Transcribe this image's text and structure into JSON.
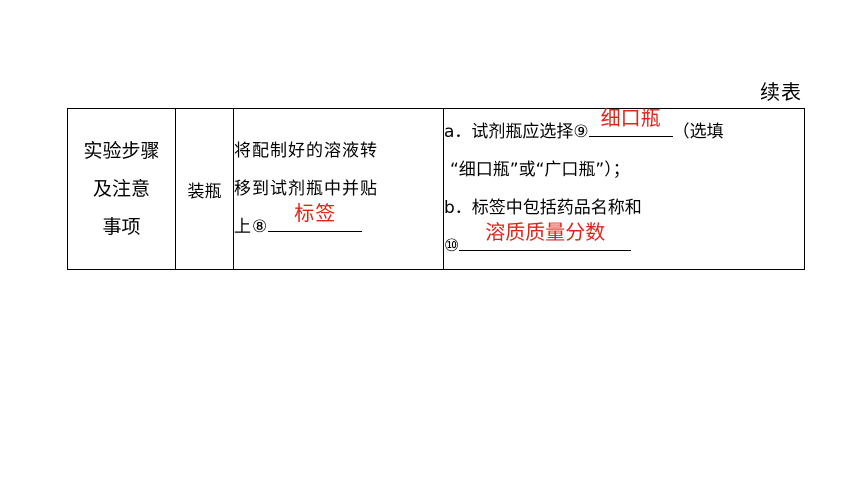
{
  "caption": "续表",
  "table": {
    "col1": [
      "实验步骤",
      "及注意",
      "事项"
    ],
    "col2": "装瓶",
    "col3": {
      "line1": "将配制好的溶液转",
      "line2": "移到试剂瓶中并贴",
      "line3_prefix": "上⑧",
      "blank_answer": "标签"
    },
    "col4": {
      "a_prefix": "a．试剂瓶应选择⑨",
      "a_answer": "细口瓶",
      "a_suffix": "（选填",
      "a_line2": "“细口瓶”或“广口瓶”）；",
      "b_line1": "b．标签中包括药品名称和",
      "b_num": "⑩",
      "b_answer": "溶质质量分数"
    }
  }
}
